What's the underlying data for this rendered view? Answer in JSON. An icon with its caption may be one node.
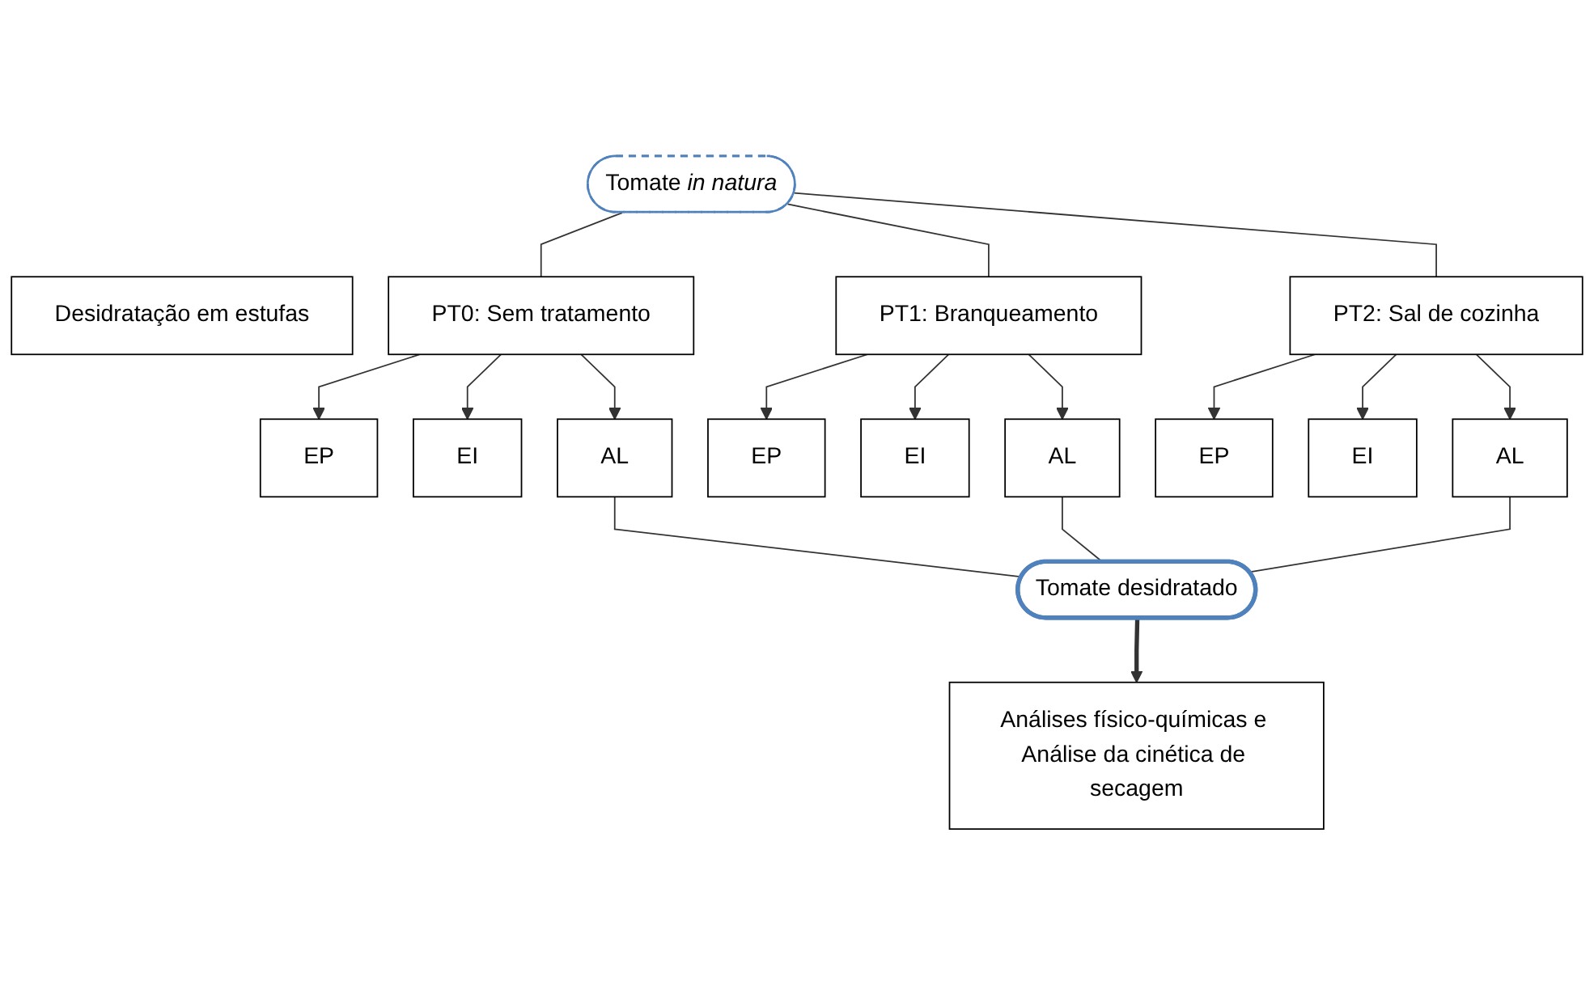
{
  "diagram": {
    "nodes": [
      {
        "text": [
          "Tomate *in natura*"
        ]
      },
      {
        "text": [
          "PT0: Sem tratamento"
        ]
      },
      {
        "text": [
          "EP"
        ]
      },
      {
        "text": [
          "EI"
        ]
      },
      {
        "text": [
          "AL"
        ]
      },
      {
        "text": [
          "PT1: Branqueamento"
        ]
      },
      {
        "text": [
          "EP"
        ]
      },
      {
        "text": [
          "EI"
        ]
      },
      {
        "text": [
          "AL"
        ]
      },
      {
        "text": [
          "PT2: Sal de cozinha"
        ]
      },
      {
        "text": [
          "EP"
        ]
      },
      {
        "text": [
          "EI"
        ]
      },
      {
        "text": [
          "AL"
        ]
      },
      {
        "text": [
          "Tomate desidratado"
        ]
      },
      {
        "text": [
          "Análises físico-químicas e Análise da cinética de secagem"
        ]
      },
      {
        "text": [
          "Desidratação em estufas"
        ]
      }
    ],
    "edges": [
      {
        "from": 0,
        "to": 1,
        "arrow": "none"
      },
      {
        "from": 0,
        "to": 5,
        "arrow": "none"
      },
      {
        "from": 0,
        "to": 9,
        "arrow": "none"
      },
      {
        "from": 1,
        "to": 2,
        "arrow": "to"
      },
      {
        "from": 1,
        "to": 3,
        "arrow": "to"
      },
      {
        "from": 1,
        "to": 4,
        "arrow": "to"
      },
      {
        "from": 5,
        "to": 6,
        "arrow": "to"
      },
      {
        "from": 5,
        "to": 7,
        "arrow": "to"
      },
      {
        "from": 5,
        "to": 8,
        "arrow": "to"
      },
      {
        "from": 9,
        "to": 10,
        "arrow": "to"
      },
      {
        "from": 9,
        "to": 11,
        "arrow": "to"
      },
      {
        "from": 9,
        "to": 12,
        "arrow": "to"
      },
      {
        "from": 4,
        "to": 13,
        "arrow": "none"
      },
      {
        "from": 8,
        "to": 13,
        "arrow": "none"
      },
      {
        "from": 12,
        "to": 13,
        "arrow": "none"
      },
      {
        "from": 13,
        "to": 14,
        "arrow": "to",
        "style": "thick"
      }
    ]
  }
}
